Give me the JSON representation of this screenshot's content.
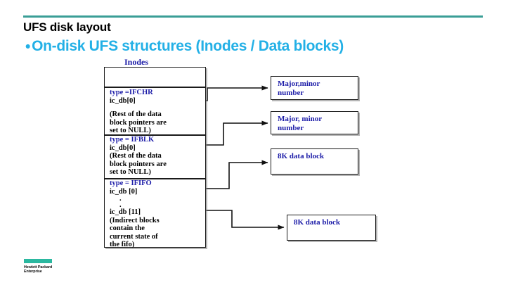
{
  "slide": {
    "title": "UFS disk layout",
    "bullet_marker": "•",
    "bullet_text": "On-disk UFS structures (Inodes / Data blocks)",
    "accent_rule_color": "#3a9e96",
    "bullet_color": "#23b0e6",
    "diagram_text_color": "#1c1ca8"
  },
  "diagram": {
    "inodes_label": "Inodes",
    "inode_rows": [
      {
        "id": "row-empty",
        "lines": []
      },
      {
        "id": "row-ifchr",
        "lines": [
          {
            "text": "type =IFCHR",
            "color": "blue"
          },
          {
            "text": "ic_db[0]",
            "color": "black"
          },
          {
            "text": "",
            "color": "black"
          },
          {
            "text": "(Rest of the data",
            "color": "black"
          },
          {
            "text": "block pointers are",
            "color": "black"
          },
          {
            "text": "set to NULL)",
            "color": "black"
          }
        ]
      },
      {
        "id": "row-ifblk",
        "lines": [
          {
            "text": "type = IFBLK",
            "color": "blue"
          },
          {
            "text": "ic_db[0]",
            "color": "black"
          },
          {
            "text": "(Rest of the data",
            "color": "black"
          },
          {
            "text": "block pointers are",
            "color": "black"
          },
          {
            "text": "set to NULL)",
            "color": "black"
          }
        ]
      },
      {
        "id": "row-ififo",
        "lines": [
          {
            "text": "type = IFIFO",
            "color": "blue"
          },
          {
            "text": "ic_db [0]",
            "color": "black"
          },
          {
            "text": ".",
            "color": "black"
          },
          {
            "text": ".",
            "color": "black"
          },
          {
            "text": "ic_db [11]",
            "color": "black"
          },
          {
            "text": "(Indirect blocks",
            "color": "black"
          },
          {
            "text": "contain the",
            "color": "black"
          },
          {
            "text": "current state of",
            "color": "black"
          },
          {
            "text": "the fifo)",
            "color": "black"
          }
        ]
      }
    ],
    "target_boxes": [
      {
        "id": "box-major-minor-1",
        "line1": "Major,minor",
        "line2": "number"
      },
      {
        "id": "box-major-minor-2",
        "line1": "Major, minor",
        "line2": "number"
      },
      {
        "id": "box-data-block-1",
        "line1": "8K data block",
        "line2": ""
      },
      {
        "id": "box-data-block-2",
        "line1": "8K data block",
        "line2": ""
      }
    ]
  },
  "logo": {
    "line1": "Hewlett Packard",
    "line2": "Enterprise",
    "dash_color": "#2bb8a0"
  }
}
